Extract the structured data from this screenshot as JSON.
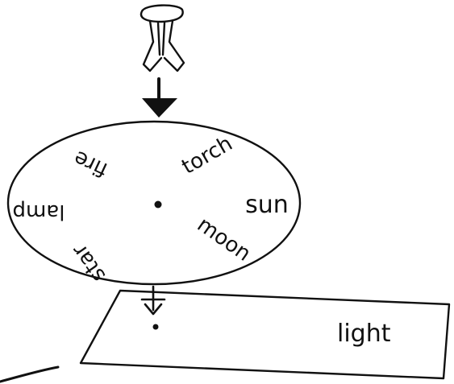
{
  "dial": {
    "labels": {
      "fire": "fire",
      "torch": "torch",
      "lamp": "lamp",
      "sun": "sun",
      "star": "star",
      "moon": "moon"
    }
  },
  "card": {
    "label": "light"
  }
}
